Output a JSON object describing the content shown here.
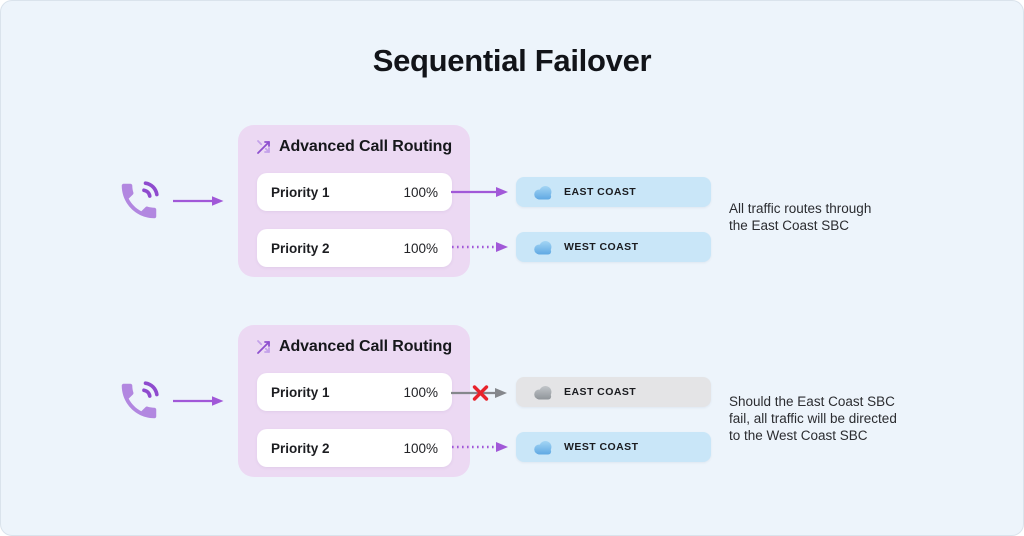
{
  "page": {
    "title": "Sequential Failover"
  },
  "colors": {
    "background": "#edf4fb",
    "routing_card": "#ecd9f3",
    "accent_purple": "#a158d8",
    "destination_active_blue": "#c9e6f8",
    "destination_failed_gray": "#e4e4e6",
    "failed_arrow_gray": "#85878c",
    "failover_x_red": "#e8232b"
  },
  "icons": {
    "source": "phone-call-icon",
    "router": "shuffle-icon",
    "destination": "cloud-icon",
    "failure_marker": "red-x-icon"
  },
  "scenarios": [
    {
      "router": {
        "title": "Advanced Call Routing",
        "rules": [
          {
            "label": "Priority 1",
            "value": "100%"
          },
          {
            "label": "Priority 2",
            "value": "100%"
          }
        ]
      },
      "destinations": [
        {
          "label": "EAST COAST",
          "status": "active",
          "connection": "solid"
        },
        {
          "label": "WEST COAST",
          "status": "standby",
          "connection": "dotted"
        }
      ],
      "caption_lines": [
        "All traffic routes through",
        "the East Coast SBC"
      ]
    },
    {
      "router": {
        "title": "Advanced Call Routing",
        "rules": [
          {
            "label": "Priority 1",
            "value": "100%"
          },
          {
            "label": "Priority 2",
            "value": "100%"
          }
        ]
      },
      "destinations": [
        {
          "label": "EAST COAST",
          "status": "failed",
          "connection": "failed"
        },
        {
          "label": "WEST COAST",
          "status": "active",
          "connection": "dotted"
        }
      ],
      "caption_lines": [
        "Should the East Coast SBC",
        "fail, all traffic will be directed",
        "to the West Coast SBC"
      ]
    }
  ]
}
